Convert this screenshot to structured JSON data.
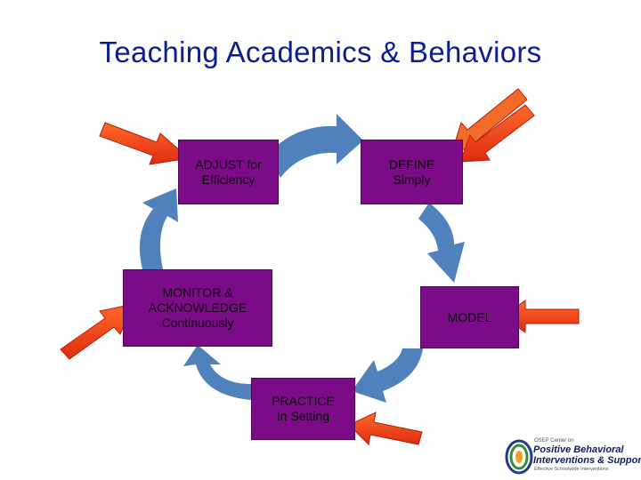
{
  "title": "Teaching Academics & Behaviors",
  "boxes": {
    "adjust": "ADJUST for\nEfficiency",
    "define": "DEFINE\nSimply",
    "monitor": "MONITOR &\nACKNOWLEDGE\nContinuously",
    "model": "MODEL",
    "practice": "PRACTICE\nIn Setting"
  },
  "logo": {
    "line1": "OSEP Center on",
    "line2": "Positive Behavioral",
    "line3": "Interventions & Supports",
    "line4": "Effective Schoolwide Interventions"
  },
  "colors": {
    "box_fill": "#7b0b86",
    "cycle_arrow": "#4f81bd",
    "pointer_arrow": "#f0401a",
    "title": "#0a1f8f"
  }
}
